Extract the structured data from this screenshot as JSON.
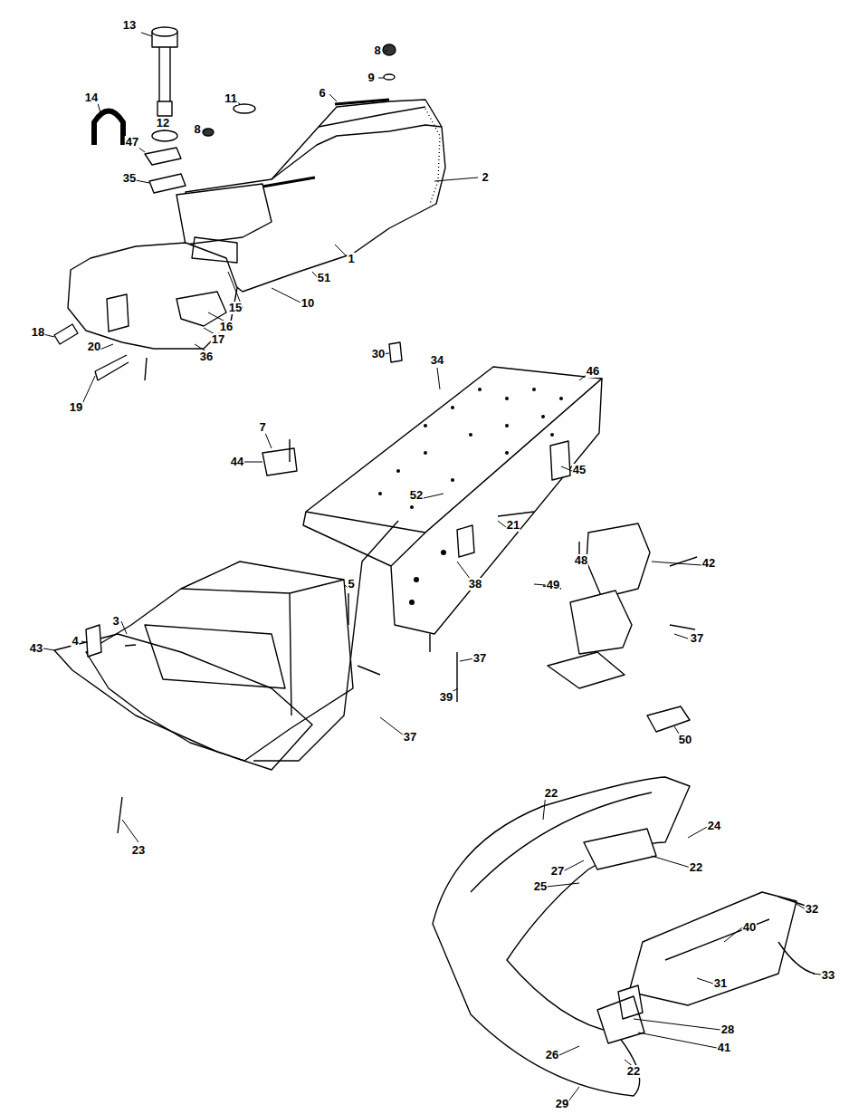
{
  "diagram": {
    "labels": [
      "13",
      "8",
      "9",
      "6",
      "14",
      "11",
      "12",
      "47",
      "8",
      "35",
      "2",
      "1",
      "51",
      "10",
      "15",
      "16",
      "17",
      "18",
      "36",
      "20",
      "30",
      "34",
      "46",
      "19",
      "7",
      "44",
      "45",
      "21",
      "52",
      "5",
      "42",
      "48",
      "49",
      "38",
      "3",
      "4",
      "43",
      "37",
      "37",
      "39",
      "37",
      "50",
      "23",
      "22",
      "24",
      "22",
      "27",
      "25",
      "32",
      "40",
      "33",
      "31",
      "28",
      "41",
      "26",
      "22",
      "29"
    ]
  }
}
